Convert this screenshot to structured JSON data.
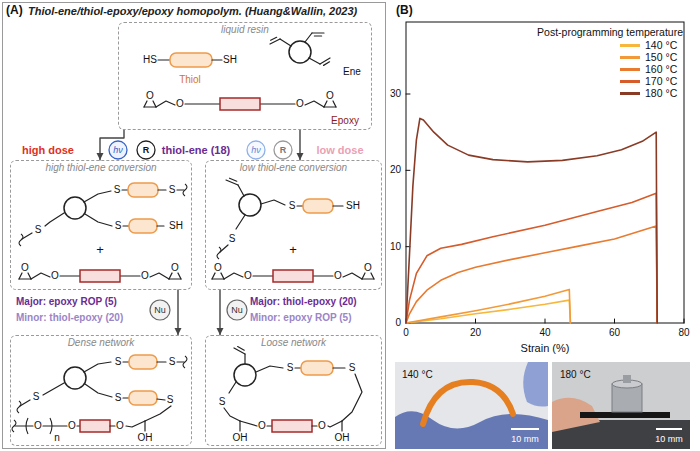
{
  "diagram": {
    "nodes": [
      {
        "text": [
          "Thiol-ene/thiol-epoxy/epoxy homopolym. (Huang&Wallin, 2023)"
        ]
      },
      {
        "text": [
          "liquid resin"
        ],
        "in": 0
      },
      {
        "text": [
          "high thiol-ene conversion"
        ],
        "in": 0
      },
      {
        "text": [
          "low thiol-ene conversion"
        ],
        "in": 0
      },
      {
        "text": [
          "Dense network"
        ],
        "in": 0
      },
      {
        "text": [
          "Loose network"
        ],
        "in": 0
      }
    ],
    "edges": [
      {
        "from": 1,
        "to": 2,
        "arrow": "to"
      },
      {
        "from": 1,
        "to": 3,
        "arrow": "to"
      },
      {
        "from": 2,
        "to": 4,
        "arrow": "to"
      },
      {
        "from": 3,
        "to": 5,
        "arrow": "to"
      }
    ],
    "labels": [
      "(A)",
      "HS",
      "SH",
      "Thiol",
      "Ene",
      "O",
      "O",
      "O",
      "O",
      "Epoxy",
      "high dose",
      "thiol-ene (18)",
      "low dose",
      "hν",
      "R",
      "hν",
      "R",
      "S",
      "S",
      "S",
      "S",
      "SH",
      "+",
      "O",
      "O",
      "O",
      "O",
      "S",
      "SH",
      "S",
      "+",
      "O",
      "O",
      "O",
      "O",
      "Major: epoxy ROP (5)",
      "Minor: thiol-epoxy (20)",
      "Nu",
      "Nu",
      "Major: thiol-epoxy (20)",
      "Minor: epoxy ROP (5)",
      "S",
      "S",
      "S",
      "S",
      "S",
      "O",
      "n",
      "O",
      "O",
      "OH",
      "S",
      "S",
      "S",
      "OH",
      "O",
      "O",
      "OH",
      "(B)",
      "0",
      "10",
      "20",
      "30",
      "0",
      "20",
      "40",
      "60",
      "80",
      "Strain (%)",
      "Post-programming temperature",
      "140 °C",
      "10 mm",
      "180 °C",
      "10 mm"
    ],
    "legend": [
      {
        "text": "140 °C",
        "color": "#f6b73c"
      },
      {
        "text": "150 °C",
        "color": "#f29a3a"
      },
      {
        "text": "160 °C",
        "color": "#e97b30"
      },
      {
        "text": "170 °C",
        "color": "#d65c2b"
      },
      {
        "text": "180 °C",
        "color": "#8a3b26"
      }
    ]
  }
}
